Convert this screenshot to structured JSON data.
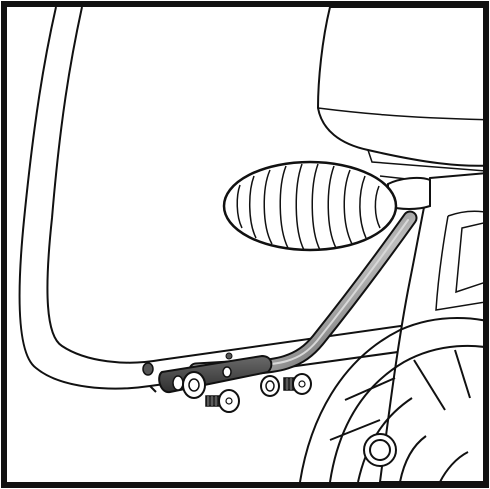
{
  "illustration": {
    "parts": [
      "frame-tube",
      "pedal-arm",
      "footrest",
      "mounting-bracket",
      "screw",
      "washer",
      "console-housing"
    ],
    "colors": {
      "line": "#111111",
      "fill": "#ffffff",
      "arm_dark": "#3a3a3a",
      "arm_mid": "#8a8a8a",
      "arm_light": "#d9d9d9",
      "bracket": "#4a4a4a",
      "shadow": "#e6e6e6"
    }
  }
}
